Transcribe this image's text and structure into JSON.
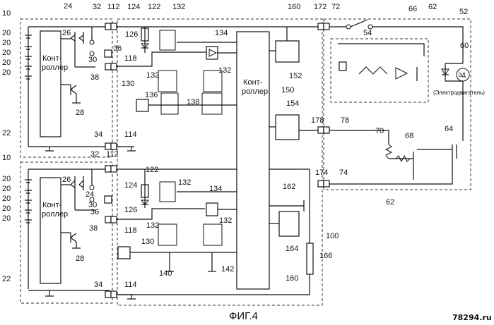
{
  "figure_caption": "ФИГ.4",
  "watermark": "78294.ru",
  "controller_label_line1": "Конт-",
  "controller_label_line2": "роллер",
  "main_controller_line1": "Конт-",
  "main_controller_line2": "роллер",
  "motor_label": "ЭД",
  "motor_caption": "(Электродвигатель)",
  "refs": {
    "r10": "10",
    "r20": "20",
    "r22": "22",
    "r24": "24",
    "r26": "26",
    "r28": "28",
    "r30": "30",
    "r32": "32",
    "r34": "34",
    "r36": "36",
    "r38": "38",
    "r52": "52",
    "r54": "54",
    "r60": "60",
    "r62": "62",
    "r64": "64",
    "r66": "66",
    "r68": "68",
    "r70": "70",
    "r72": "72",
    "r74": "74",
    "r78": "78",
    "r100": "100",
    "r112": "112",
    "r114": "114",
    "r118": "118",
    "r122": "122",
    "r124": "124",
    "r126": "126",
    "r130": "130",
    "r132": "132",
    "r134": "134",
    "r136": "136",
    "r138": "138",
    "r140": "140",
    "r142": "142",
    "r150": "150",
    "r152": "152",
    "r154": "154",
    "r160": "160",
    "r162": "162",
    "r164": "164",
    "r166": "166",
    "r172": "172",
    "r174": "174",
    "r178": "178"
  }
}
